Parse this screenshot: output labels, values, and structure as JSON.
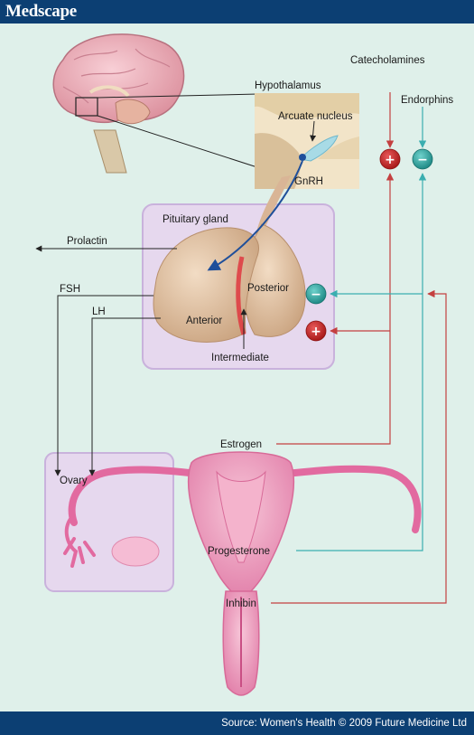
{
  "header": {
    "brand": "Medscape"
  },
  "footer": {
    "source": "Source: Women's Health © 2009 Future Medicine Ltd"
  },
  "labels": {
    "hypothalamus": "Hypothalamus",
    "arcuate_nucleus": "Arcuate nucleus",
    "gnrh": "GnRH",
    "catecholamines": "Catecholamines",
    "endorphins": "Endorphins",
    "pituitary_gland": "Pituitary gland",
    "prolactin": "Prolactin",
    "fsh": "FSH",
    "lh": "LH",
    "posterior": "Posterior",
    "anterior": "Anterior",
    "intermediate": "Intermediate",
    "estrogen": "Estrogen",
    "ovary": "Ovary",
    "progesterone": "Progesterone",
    "inhibin": "Inhibin"
  },
  "signs": {
    "catecholamines": "+",
    "endorphins": "−",
    "pituitary_negative": "−",
    "pituitary_positive": "+"
  },
  "colors": {
    "positive": "#c72a2a",
    "negative": "#2fa6a0",
    "stimulation_line": "#c44040",
    "inhibition_line": "#3aaeb0",
    "panel_fill": "#e6d8ee",
    "panel_border": "#c9b2dc",
    "header_bar": "#0c3f73"
  }
}
